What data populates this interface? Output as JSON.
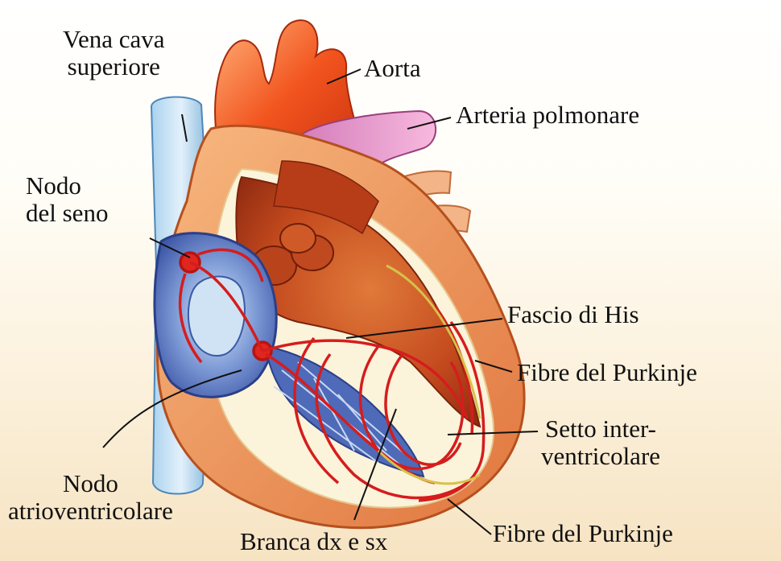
{
  "labels": {
    "vena_cava": [
      "Vena cava",
      "superiore"
    ],
    "aorta": "Aorta",
    "arteria_polmonare": "Arteria polmonare",
    "nodo_seno": [
      "Nodo",
      "del seno"
    ],
    "fascio_his": "Fascio di His",
    "fibre_purkinje_upper": "Fibre del Purkinje",
    "setto": [
      "Setto inter-",
      "ventricolare"
    ],
    "nodo_av": [
      "Nodo",
      "atrioventricolare"
    ],
    "branca": "Branca dx e sx",
    "fibre_purkinje_lower": "Fibre del Purkinje"
  }
}
